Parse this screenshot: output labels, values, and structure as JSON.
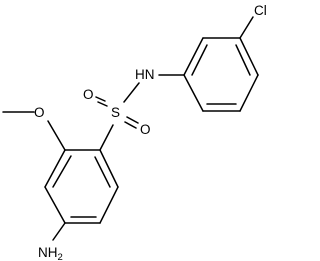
{
  "molecule": {
    "atoms": {
      "methoxy_methyl": "",
      "methoxy_oxygen": "O",
      "sulfonyl_sulfur": "S",
      "sulfonyl_oxygen_1": "O",
      "sulfonyl_oxygen_2": "O",
      "amide_nitrogen": "N",
      "amide_hydrogen": "H",
      "chlorine": "Cl",
      "amine_nitrogen": "N",
      "amine_hydrogen": "H",
      "amine_hydrogen_count": "2"
    }
  }
}
